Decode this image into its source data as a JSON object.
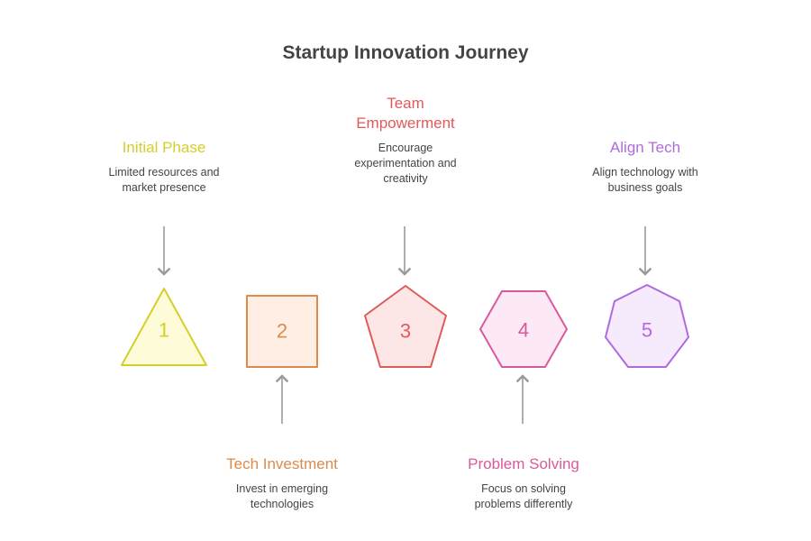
{
  "title": "Startup Innovation Journey",
  "steps": [
    {
      "number": "1",
      "title": "Initial Phase",
      "description": "Limited resources and market presence",
      "shape": "triangle",
      "color": "#d4cf2a",
      "fill": "#fdfbd8"
    },
    {
      "number": "2",
      "title": "Tech Investment",
      "description": "Invest in emerging technologies",
      "shape": "square",
      "color": "#dd8a4a",
      "fill": "#feeee3"
    },
    {
      "number": "3",
      "title": "Team Empowerment",
      "description": "Encourage experimentation and creativity",
      "shape": "pentagon",
      "color": "#e05a5a",
      "fill": "#fde6e6"
    },
    {
      "number": "4",
      "title": "Problem Solving",
      "description": "Focus on solving problems differently",
      "shape": "hexagon",
      "color": "#d95a9c",
      "fill": "#fde8f5"
    },
    {
      "number": "5",
      "title": "Align Tech",
      "description": "Align technology with business goals",
      "shape": "heptagon",
      "color": "#b06ae0",
      "fill": "#f6eafd"
    }
  ]
}
